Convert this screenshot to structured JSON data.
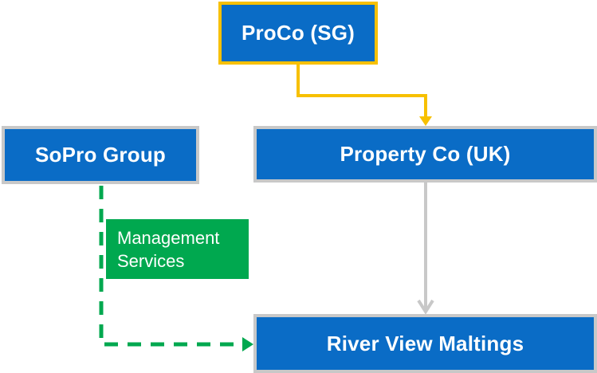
{
  "nodes": {
    "proco": "ProCo (SG)",
    "sopro": "SoPro Group",
    "property": "Property Co (UK)",
    "river_view": "River View Maltings"
  },
  "relationship_label": {
    "line1": "Management",
    "line2": "Services"
  },
  "colors": {
    "box_fill": "#0a6cc6",
    "gold_border": "#f7c000",
    "grey_border": "#c8c8c8",
    "services_green": "#00a84f"
  }
}
